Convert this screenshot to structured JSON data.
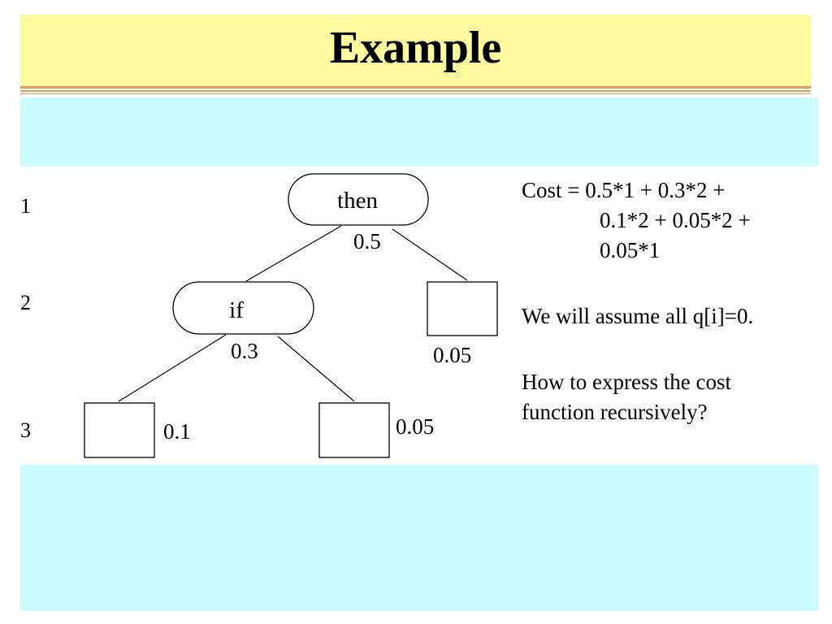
{
  "slide": {
    "title": "Example",
    "level_labels": [
      "1",
      "2",
      "3"
    ],
    "tree": {
      "root": {
        "label": "then",
        "prob": "0.5"
      },
      "internal": {
        "label": "if",
        "prob": "0.3"
      },
      "leaves": [
        "0.05",
        "0.1",
        "0.05"
      ]
    },
    "cost_lines": [
      "Cost = 0.5*1 + 0.3*2 +",
      "0.1*2 + 0.05*2 +",
      "0.05*1"
    ],
    "assumption": "We will assume all q[i]=0.",
    "question_lines": [
      "How to express the cost",
      "function recursively?"
    ],
    "colors": {
      "title_bg": "#fdfaa0",
      "band_bg": "#ccfcfe",
      "rule": "#e49a5a"
    }
  }
}
